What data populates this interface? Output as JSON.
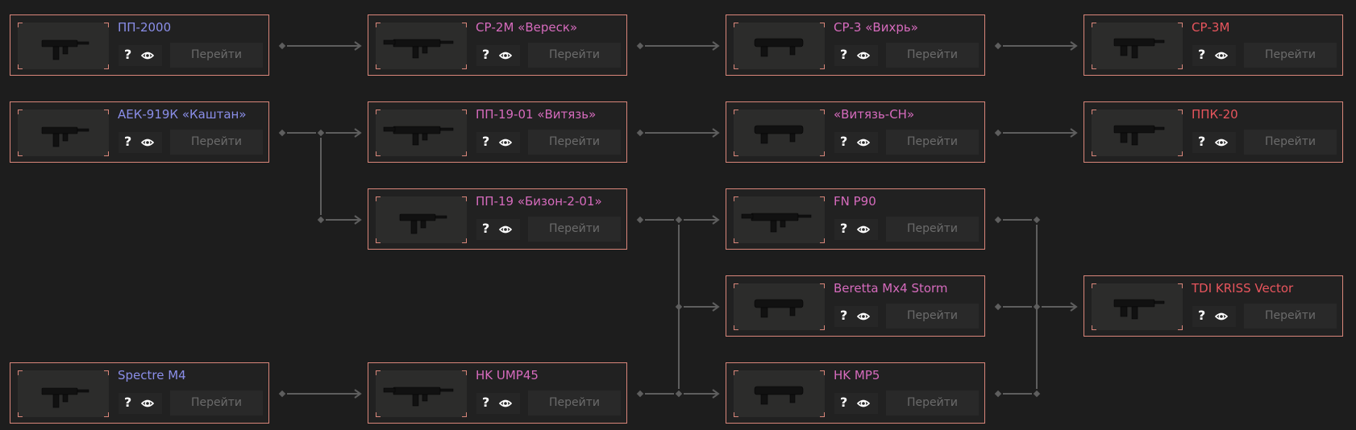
{
  "tree": {
    "go_label": "Перейти",
    "help_glyph": "?",
    "colors": {
      "border": "#d9867a",
      "tier_blue": "#8a8ee8",
      "tier_pink": "#d66bbd",
      "tier_red": "#e8555d"
    },
    "weapons": [
      {
        "id": "pp2000",
        "name": "ПП-2000",
        "color": "#8a8ee8"
      },
      {
        "id": "sr2m",
        "name": "СР-2М «Вереск»",
        "color": "#d66bbd"
      },
      {
        "id": "sr3",
        "name": "СР-3 «Вихрь»",
        "color": "#d66bbd"
      },
      {
        "id": "sr3m",
        "name": "СР-3М",
        "color": "#e8555d"
      },
      {
        "id": "aek919k",
        "name": "АЕК-919К «Каштан»",
        "color": "#8a8ee8"
      },
      {
        "id": "pp1901",
        "name": "ПП-19-01 «Витязь»",
        "color": "#d66bbd"
      },
      {
        "id": "vityazsn",
        "name": "«Витязь-СН»",
        "color": "#d66bbd"
      },
      {
        "id": "ppk20",
        "name": "ППК-20",
        "color": "#e8555d"
      },
      {
        "id": "bizon",
        "name": "ПП-19 «Бизон-2-01»",
        "color": "#d66bbd"
      },
      {
        "id": "p90",
        "name": "FN P90",
        "color": "#d66bbd"
      },
      {
        "id": "mx4",
        "name": "Beretta Mx4 Storm",
        "color": "#d66bbd"
      },
      {
        "id": "kriss",
        "name": "TDI KRISS Vector",
        "color": "#e8555d"
      },
      {
        "id": "spectre",
        "name": "Spectre M4",
        "color": "#8a8ee8"
      },
      {
        "id": "ump45",
        "name": "HK UMP45",
        "color": "#d66bbd"
      },
      {
        "id": "mp5",
        "name": "HK MP5",
        "color": "#d66bbd"
      }
    ]
  }
}
